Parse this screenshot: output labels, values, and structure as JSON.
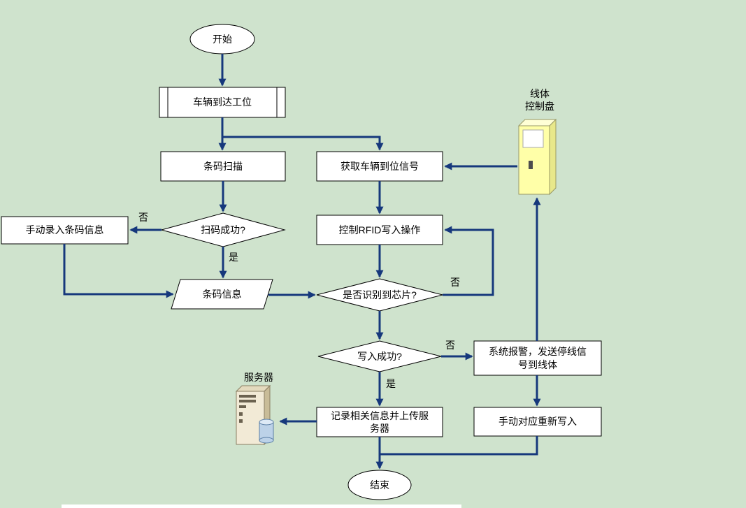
{
  "diagram": {
    "title": "RFID vehicle write process flowchart",
    "nodes": {
      "start": {
        "label": "开始"
      },
      "arrive": {
        "label": "车辆到达工位"
      },
      "scan": {
        "label": "条码扫描"
      },
      "get_signal": {
        "label": "获取车辆到位信号"
      },
      "scan_ok": {
        "label": "扫码成功?"
      },
      "manual_entry": {
        "label": "手动录入条码信息"
      },
      "barcode_info": {
        "label": "条码信息"
      },
      "rfid_write": {
        "label": "控制RFID写入操作"
      },
      "chip_detect": {
        "label": "是否识别到芯片?"
      },
      "write_ok": {
        "label": "写入成功?"
      },
      "alarm": {
        "label": "系统报警，发送停线信号到线体"
      },
      "record": {
        "label": "记录相关信息并上传服务器"
      },
      "manual_rewrite": {
        "label": "手动对应重新写入"
      },
      "end": {
        "label": "结束"
      }
    },
    "icons": {
      "server": {
        "label": "服务器"
      },
      "panel": {
        "label_line1": "线体",
        "label_line2": "控制盘"
      }
    },
    "edge_labels": {
      "scan_no": "否",
      "scan_yes": "是",
      "chip_no": "否",
      "write_no": "否",
      "write_yes": "是"
    }
  },
  "colors": {
    "background": "#cfe3cd",
    "arrow": "#16387c",
    "node_fill": "#ffffff",
    "node_border": "#000000",
    "panel_yellow": "#ffffa8",
    "server_beige": "#f2ead6"
  }
}
